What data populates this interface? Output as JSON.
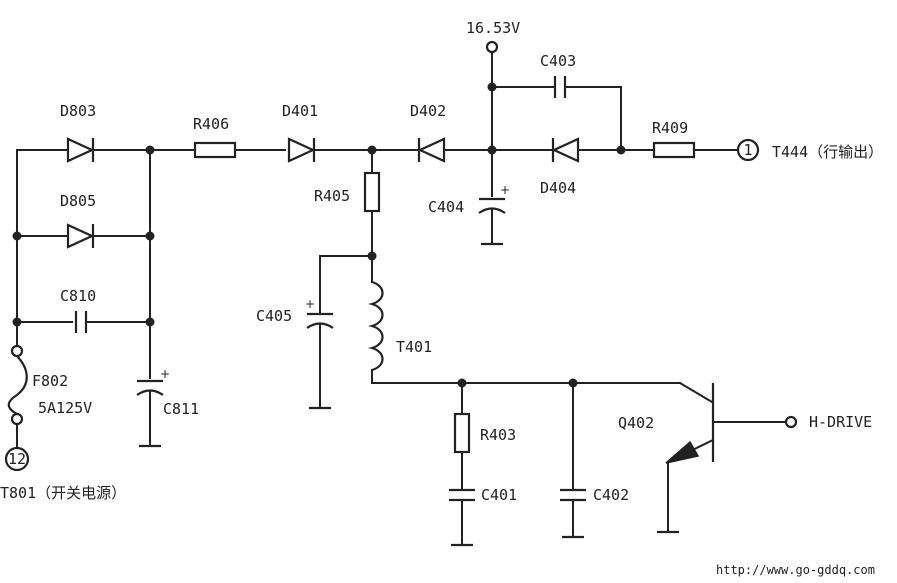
{
  "labels": {
    "d803": "D803",
    "d805": "D805",
    "c810": "C810",
    "f802": "F802",
    "f802_rating": "5A125V",
    "c811": "C811",
    "r406": "R406",
    "d401": "D401",
    "r405": "R405",
    "c405": "C405",
    "t401": "T401",
    "d402": "D402",
    "c404": "C404",
    "voltage": "16.53V",
    "c403": "C403",
    "d404": "D404",
    "r409": "R409",
    "r403": "R403",
    "c401": "C401",
    "c402": "C402",
    "q402": "Q402",
    "hdrive": "H-DRIVE",
    "terminal_12": "12",
    "terminal_1": "1",
    "t801": "T801（开关电源）",
    "t444": "T444（行输出）",
    "c404_plus": "+",
    "c405_plus": "+",
    "c811_plus": "+",
    "watermark": "http://www.go-gddq.com"
  }
}
